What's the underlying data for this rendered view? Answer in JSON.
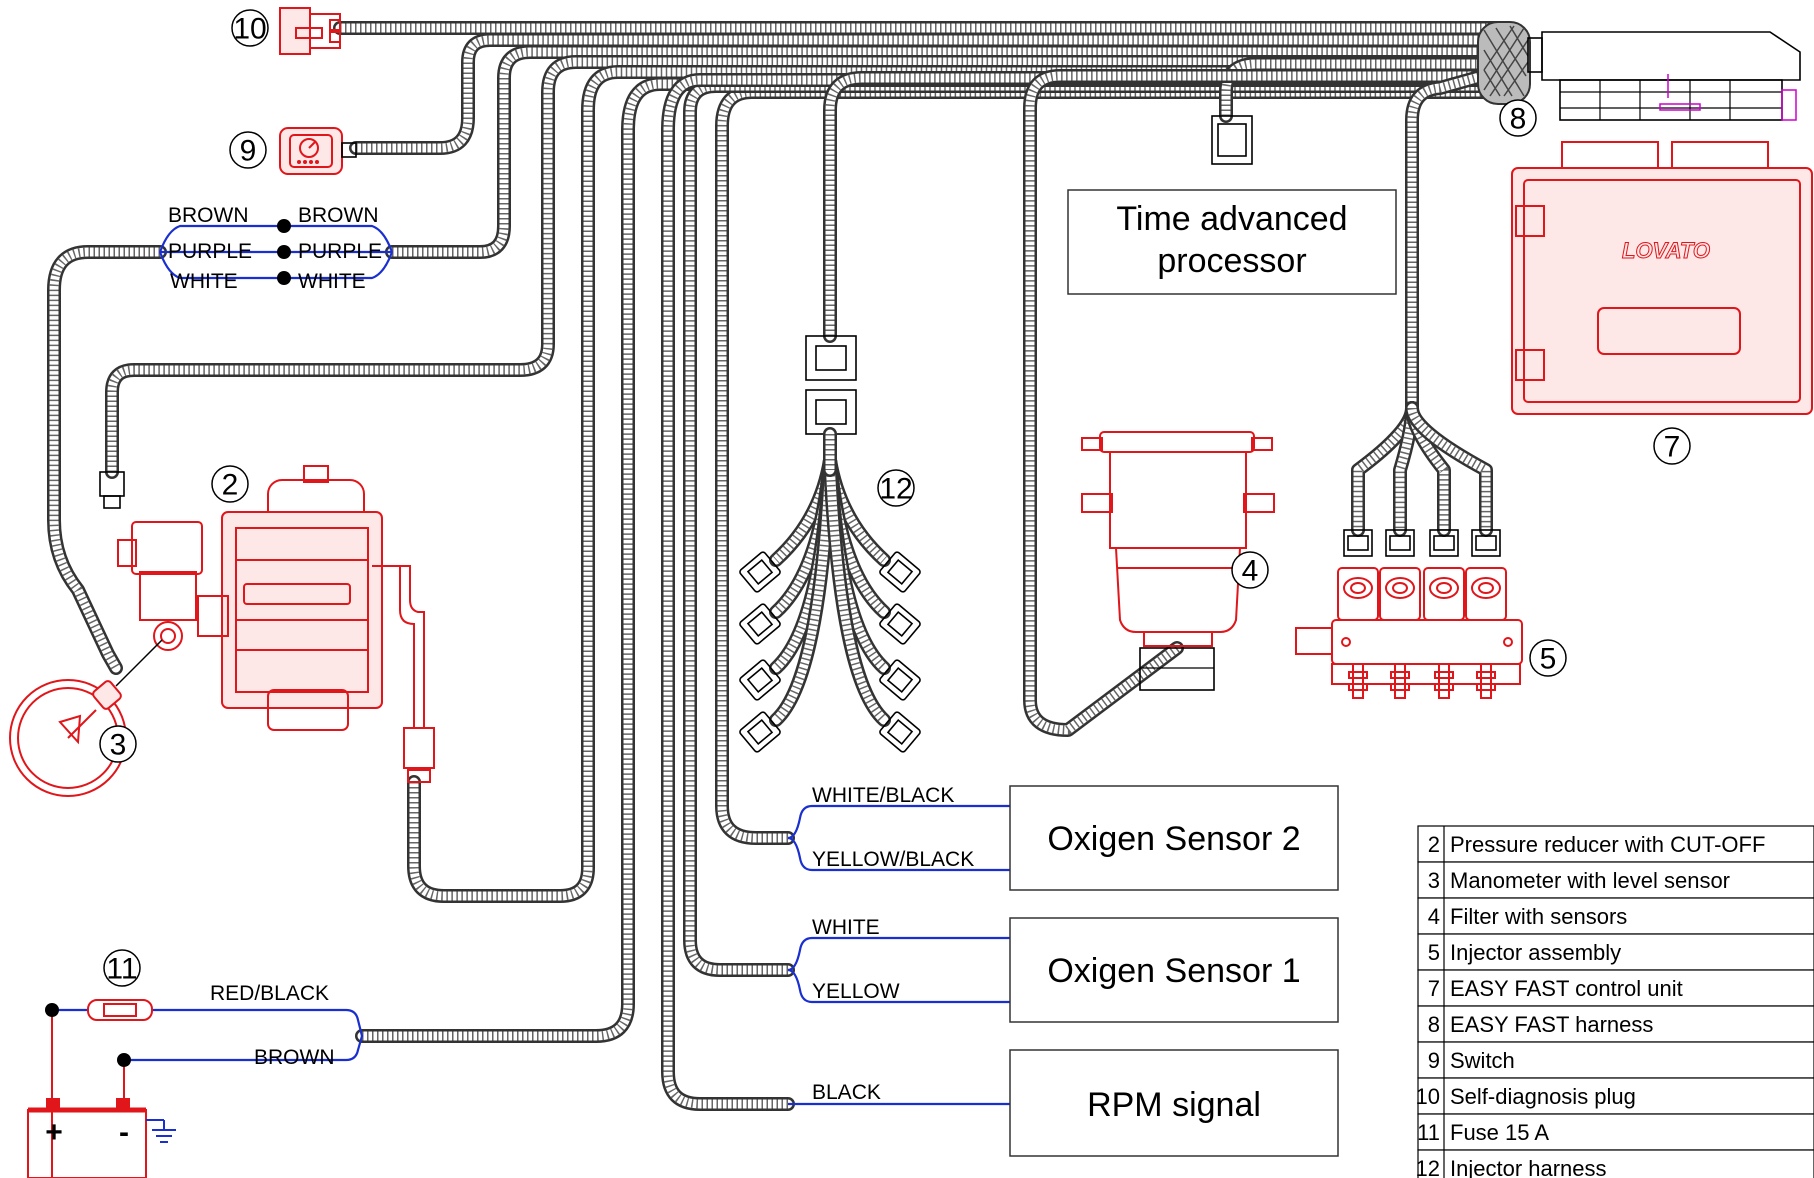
{
  "wire_labels": {
    "brown_left": "BROWN",
    "brown_right": "BROWN",
    "purple_left": "PURPLE",
    "purple_right": "PURPLE",
    "white_left": "WHITE",
    "white_right": "WHITE",
    "white_black": "WHITE/BLACK",
    "yellow_black": "YELLOW/BLACK",
    "white": "WHITE",
    "yellow": "YELLOW",
    "black": "BLACK",
    "red_black": "RED/BLACK",
    "brown_battery": "BROWN"
  },
  "boxes": {
    "time_advanced_line1": "Time advanced",
    "time_advanced_line2": "processor",
    "oxygen_sensor_2": "Oxigen Sensor 2",
    "oxygen_sensor_1": "Oxigen Sensor 1",
    "rpm_signal": "RPM signal"
  },
  "callouts": {
    "n2": "2",
    "n3": "3",
    "n4": "4",
    "n5": "5",
    "n7": "7",
    "n8": "8",
    "n9": "9",
    "n10": "10",
    "n11": "11",
    "n12": "12"
  },
  "battery": {
    "plus": "+",
    "minus": "-"
  },
  "legend": [
    {
      "num": "2",
      "text": "Pressure reducer with CUT-OFF"
    },
    {
      "num": "3",
      "text": "Manometer with level sensor"
    },
    {
      "num": "4",
      "text": "Filter with sensors"
    },
    {
      "num": "5",
      "text": "Injector assembly"
    },
    {
      "num": "7",
      "text": "EASY FAST  control unit"
    },
    {
      "num": "8",
      "text": "EASY FAST harness"
    },
    {
      "num": "9",
      "text": "Switch"
    },
    {
      "num": "10",
      "text": "Self-diagnosis plug"
    },
    {
      "num": "11",
      "text": "Fuse 15 A"
    },
    {
      "num": "12",
      "text": "Injector harness"
    }
  ],
  "brand": "LOVATO",
  "colors": {
    "wire_blue": "#1a2fd0",
    "component_red": "#e0161b",
    "harness_gray": "#333333"
  }
}
